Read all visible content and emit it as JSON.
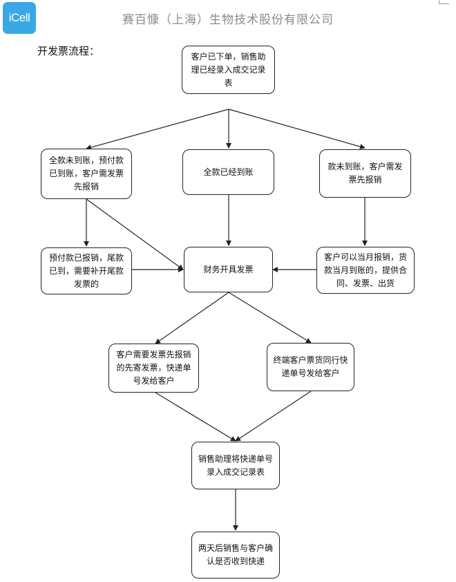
{
  "header": {
    "logo_text": "iCell",
    "company_name": "赛百慷（上海）生物技术股份有限公司",
    "page_heading": "开发票流程："
  },
  "flow": {
    "nodes": {
      "order_recorded": "客户已下单，销售助理已经录入成交记录表",
      "not_fully_paid_prepaid": "全款未到账，预付款已到账，客户需发票先报销",
      "fully_paid": "全款已经到账",
      "unpaid_needs_invoice": "款未到账，客户需发票先报销",
      "prepaid_reimbursed": "预付款已报销，尾款已到，需要补开尾款发票的",
      "finance_issues_invoice": "财务开具发票",
      "monthly_reimbursement": "客户可以当月报销，货款当月到账的，提供合同、发票、出货",
      "send_invoice_first": "客户需要发票先报销的先寄发票，快递单号发给客户",
      "invoice_with_goods": "终端客户票货同行快递单号发给客户",
      "record_tracking_number": "销售助理将快递单号录入成交记录表",
      "confirm_receipt": "两天后销售与客户确认是否收到快递"
    },
    "edges": [
      [
        "order_recorded",
        "not_fully_paid_prepaid"
      ],
      [
        "order_recorded",
        "fully_paid"
      ],
      [
        "order_recorded",
        "unpaid_needs_invoice"
      ],
      [
        "not_fully_paid_prepaid",
        "prepaid_reimbursed"
      ],
      [
        "not_fully_paid_prepaid",
        "finance_issues_invoice"
      ],
      [
        "prepaid_reimbursed",
        "finance_issues_invoice"
      ],
      [
        "fully_paid",
        "finance_issues_invoice"
      ],
      [
        "unpaid_needs_invoice",
        "monthly_reimbursement"
      ],
      [
        "monthly_reimbursement",
        "finance_issues_invoice"
      ],
      [
        "finance_issues_invoice",
        "send_invoice_first"
      ],
      [
        "finance_issues_invoice",
        "invoice_with_goods"
      ],
      [
        "send_invoice_first",
        "record_tracking_number"
      ],
      [
        "invoice_with_goods",
        "record_tracking_number"
      ],
      [
        "record_tracking_number",
        "confirm_receipt"
      ]
    ]
  },
  "colors": {
    "logo_background": "#3aa8e6",
    "company_text": "#8a8a8a",
    "line": "#222222"
  }
}
